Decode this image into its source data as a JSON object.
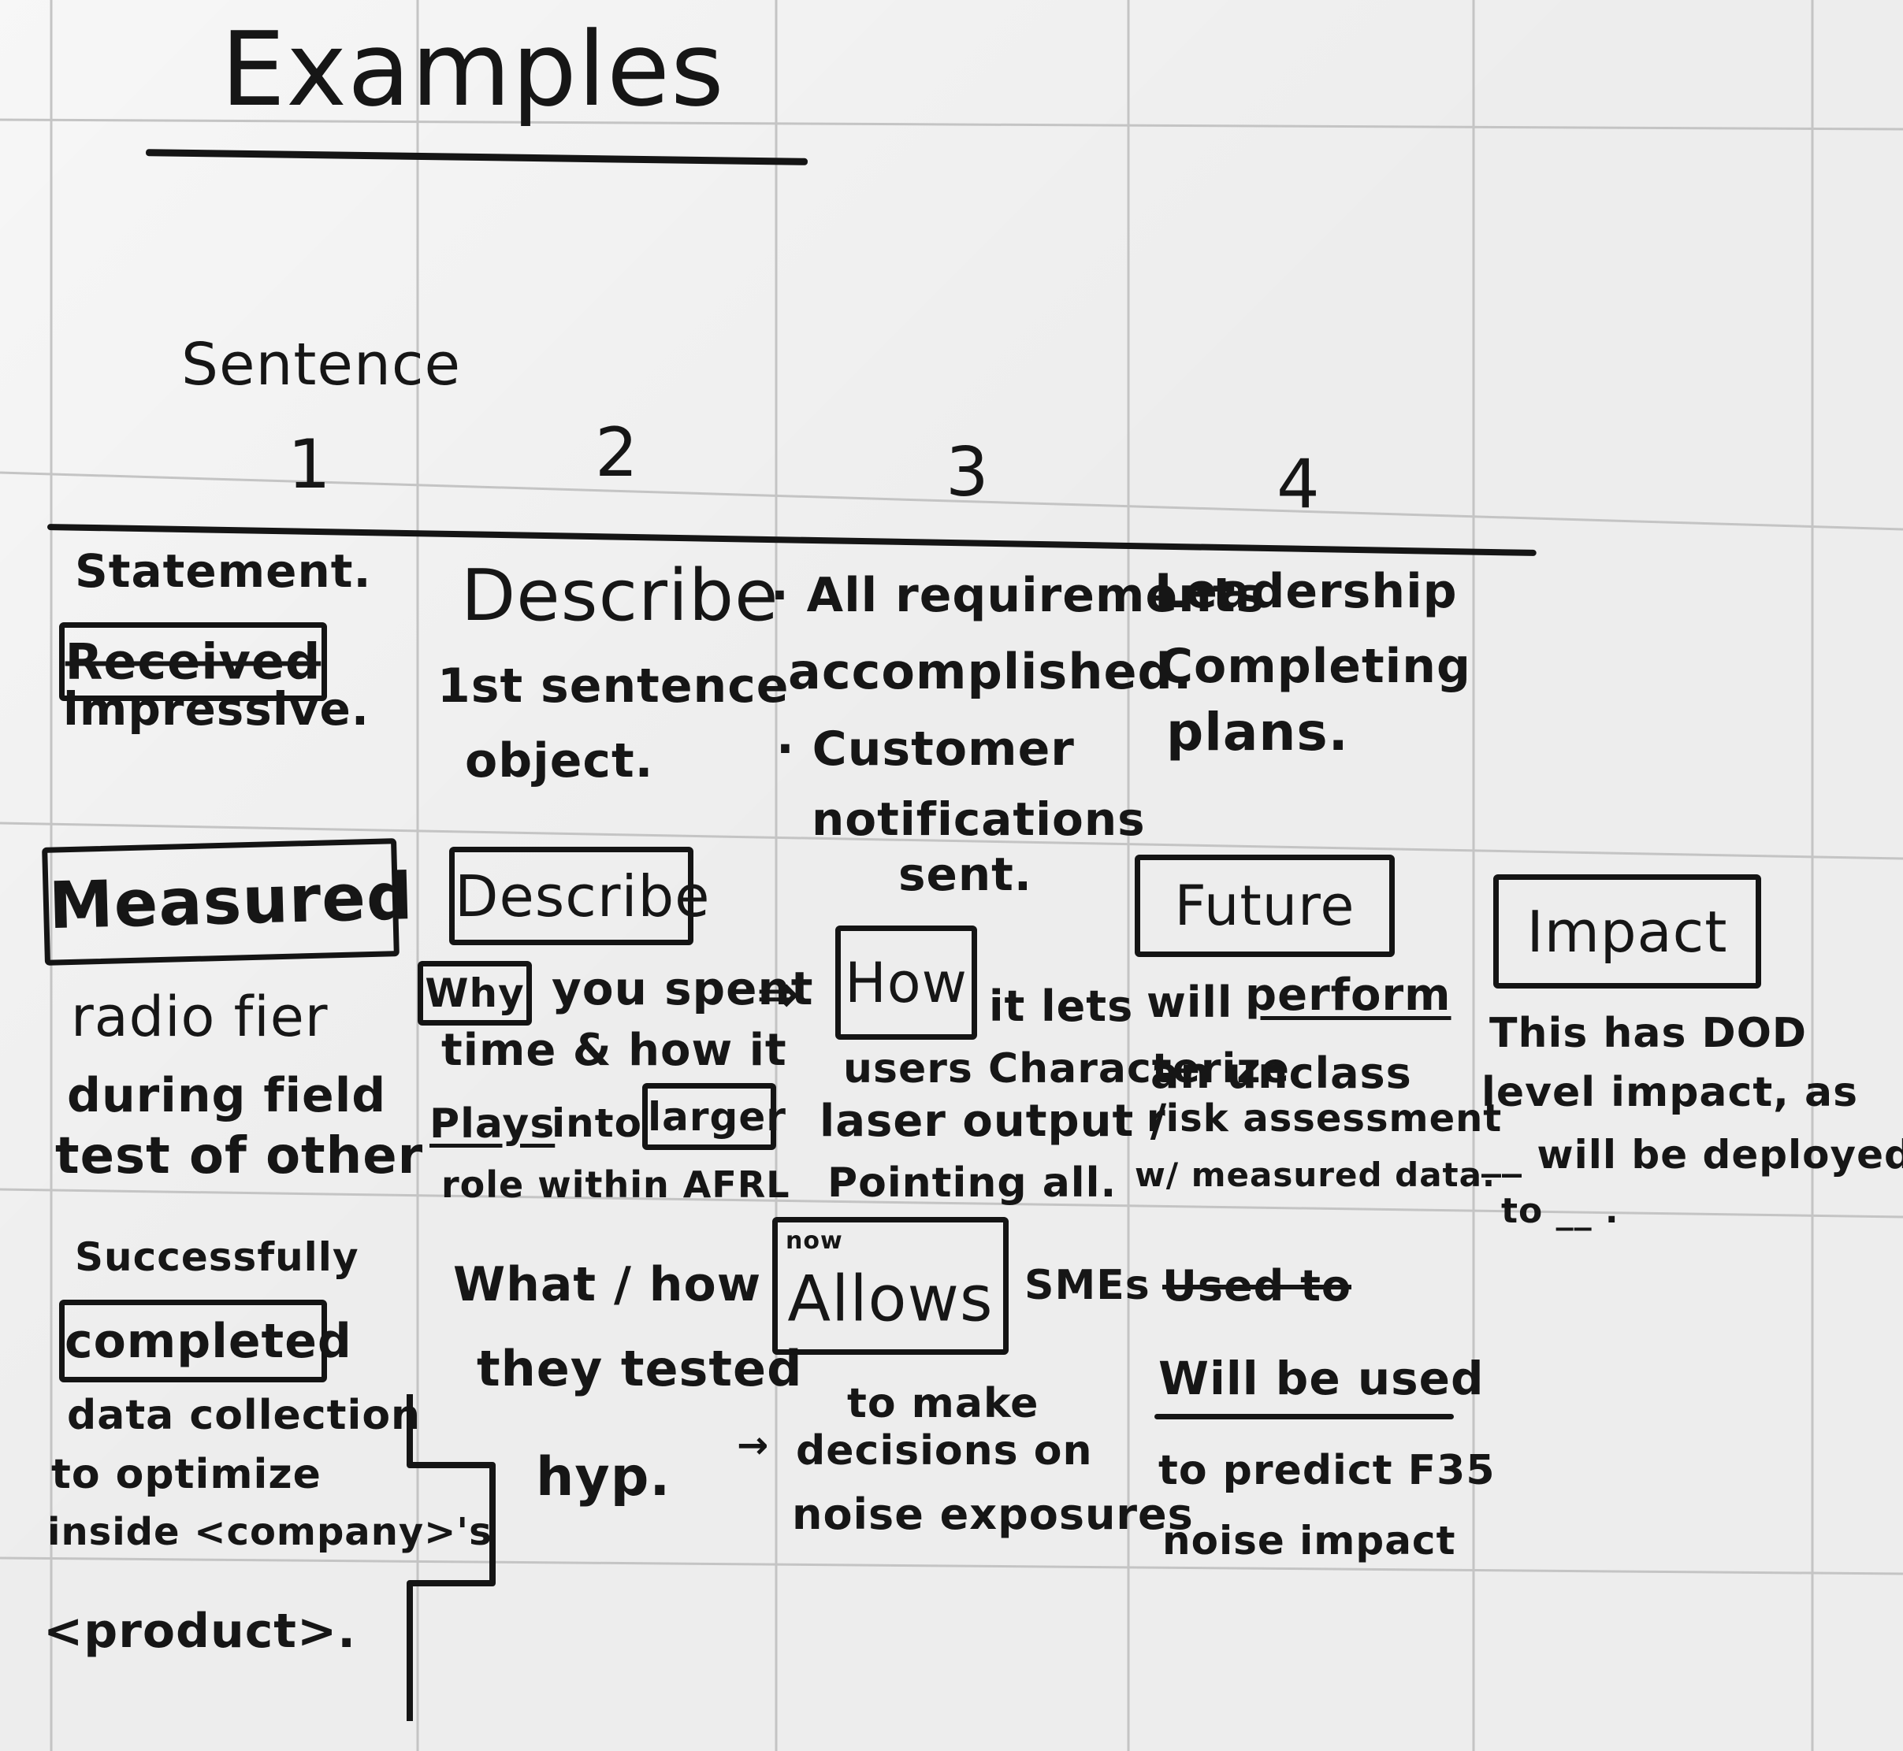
{
  "title": "Examples",
  "sentence_label": "Sentence",
  "columns": [
    "1",
    "2",
    "3",
    "4"
  ],
  "row1": {
    "c1": {
      "line1": "Statement.",
      "boxed": "Received",
      "line3": "impressive."
    },
    "c2": {
      "line1": "Describe",
      "line2": "1st sentence",
      "line3": "object."
    },
    "c3": {
      "line1": "· All requirements",
      "line2": "accomplished.",
      "line3": "· Customer",
      "line4": "notifications",
      "line5": "sent."
    },
    "c4": {
      "line1": "Leadership",
      "line2": "Completing",
      "line3": "plans."
    }
  },
  "row2": {
    "c1": {
      "header": "Measured",
      "line1": "radio fier",
      "line2": "during field",
      "line3": "test of other"
    },
    "c2": {
      "header": "Describe",
      "why": "Why",
      "line1": "you spent",
      "line2": "time & how it",
      "plays": "Plays",
      "into": "into",
      "larger": "larger",
      "line4": "role within AFRL"
    },
    "c3": {
      "how": "How",
      "line1": "it lets",
      "line2": "users Characterize",
      "line3": "laser output /",
      "line4": "Pointing all."
    },
    "c4": {
      "header": "Future",
      "line1a": "will",
      "line1b": "perform",
      "line2": "an unclass",
      "line3": "risk assessment",
      "line4": "w/ measured data."
    },
    "c5": {
      "header": "Impact",
      "line1": "This has DOD",
      "line2": "level impact, as",
      "line3": "__ will be deployed",
      "line4": "to __ ."
    }
  },
  "row3": {
    "c1": {
      "line1": "Successfully",
      "boxed": "completed",
      "line2": "data collection",
      "line3": "to optimize",
      "line4": "inside <company>'s",
      "line5": "<product>."
    },
    "c2": {
      "line1": "What / how",
      "line2": "they tested",
      "line3": "hyp."
    },
    "c3": {
      "small": "now",
      "allows": "Allows",
      "smes": "SMEs",
      "line1": "to make",
      "line2": "decisions on",
      "line3": "noise exposures"
    },
    "c4": {
      "struck": "Used to",
      "willbe": "Will be used",
      "line1": "to predict F35",
      "line2": "noise impact"
    }
  }
}
